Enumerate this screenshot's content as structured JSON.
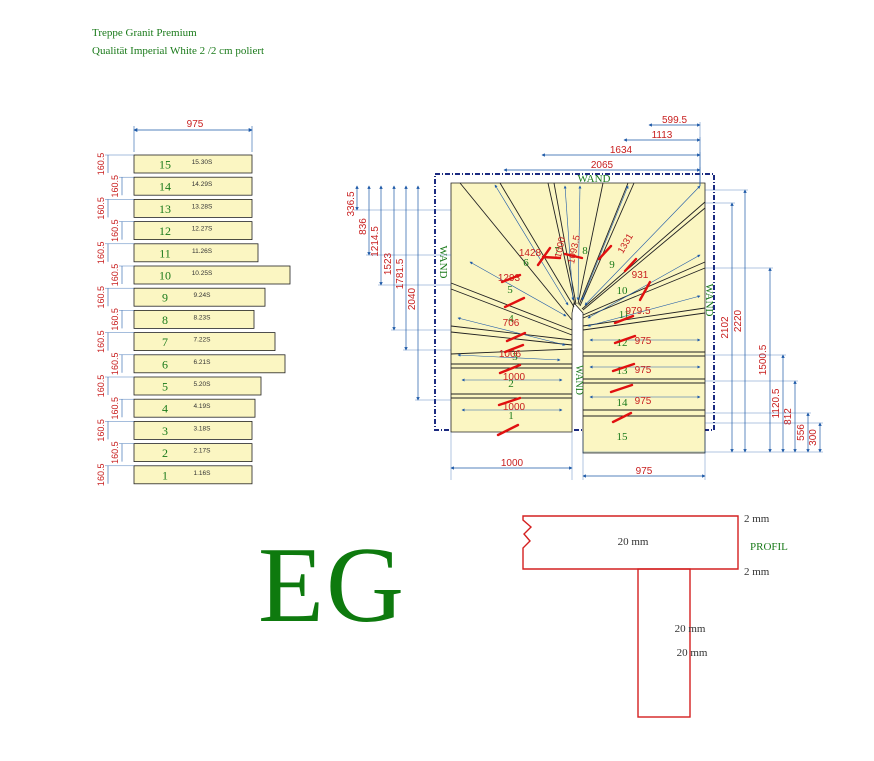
{
  "header": {
    "line1": "Treppe Granit Premium",
    "line2": "Qualität Imperial White 2 /2 cm poliert"
  },
  "colors": {
    "step_fill": "#fbf6c2",
    "green_text": "#1a7a1a",
    "dimension_blue": "#1e5aa8",
    "dimension_text": "#c82020",
    "wall_navy": "#1b2a80",
    "profile_red": "#d42020",
    "mark_red": "#e01010"
  },
  "step_list": {
    "width_label": "975",
    "rise_label": "160.5",
    "steps": [
      {
        "num": "1",
        "code": "1.16S"
      },
      {
        "num": "2",
        "code": "2.17S"
      },
      {
        "num": "3",
        "code": "3.18S"
      },
      {
        "num": "4",
        "code": "4.19S"
      },
      {
        "num": "5",
        "code": "5.20S"
      },
      {
        "num": "6",
        "code": "6.21S"
      },
      {
        "num": "7",
        "code": "7.22S"
      },
      {
        "num": "8",
        "code": "8.23S"
      },
      {
        "num": "9",
        "code": "9.24S"
      },
      {
        "num": "10",
        "code": "10.25S"
      },
      {
        "num": "11",
        "code": "11.26S"
      },
      {
        "num": "12",
        "code": "12.27S"
      },
      {
        "num": "13",
        "code": "13.28S"
      },
      {
        "num": "14",
        "code": "14.29S"
      },
      {
        "num": "15",
        "code": "15.30S"
      }
    ]
  },
  "plan": {
    "wall_label": "WAND",
    "top_dims": [
      "599.5",
      "1113",
      "1634",
      "2065"
    ],
    "left_dims": [
      "336.5",
      "836",
      "1214.5",
      "1523",
      "1781.5",
      "2040"
    ],
    "right_dims": [
      "2220",
      "2102",
      "1500.5",
      "1120.5",
      "812",
      "556",
      "300"
    ],
    "bottom_left": "1000",
    "bottom_right": "975",
    "left_flight_widths": [
      "1000",
      "1000",
      "1006",
      "706",
      "1293",
      "1428"
    ],
    "right_flight_widths": [
      "975",
      "975",
      "975",
      "979.5",
      "931"
    ],
    "winder_widths": [
      "1000",
      "1093.5",
      "1331"
    ],
    "step_numbers": [
      "1",
      "2",
      "3",
      "4",
      "5",
      "6",
      "7",
      "8",
      "9",
      "10",
      "11",
      "12",
      "13",
      "14",
      "15"
    ]
  },
  "profile": {
    "title": "PROFIL",
    "tread_label": "20 mm",
    "riser_label_1": "20 mm",
    "riser_label_2": "20 mm",
    "top_margin": "2 mm",
    "bottom_margin": "2 mm"
  },
  "floor_label": "EG"
}
